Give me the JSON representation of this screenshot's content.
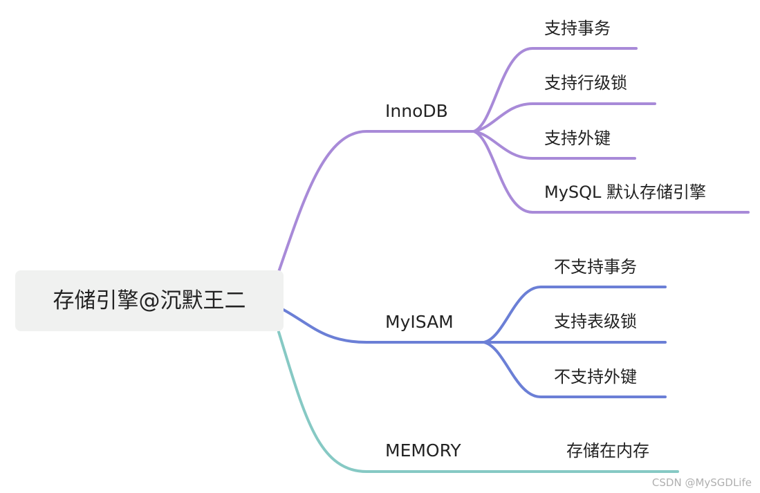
{
  "root": {
    "label": "存储引擎@沉默王二"
  },
  "branches": [
    {
      "label": "InnoDB",
      "color": "#a88ad8",
      "children": [
        "支持事务",
        "支持行级锁",
        "支持外键",
        "MySQL 默认存储引擎"
      ]
    },
    {
      "label": "MyISAM",
      "color": "#6b7fd6",
      "children": [
        "不支持事务",
        "支持表级锁",
        "不支持外键"
      ]
    },
    {
      "label": "MEMORY",
      "color": "#86c9c4",
      "children": [
        "存储在内存"
      ]
    }
  ],
  "watermark": "CSDN @MySGDLife"
}
